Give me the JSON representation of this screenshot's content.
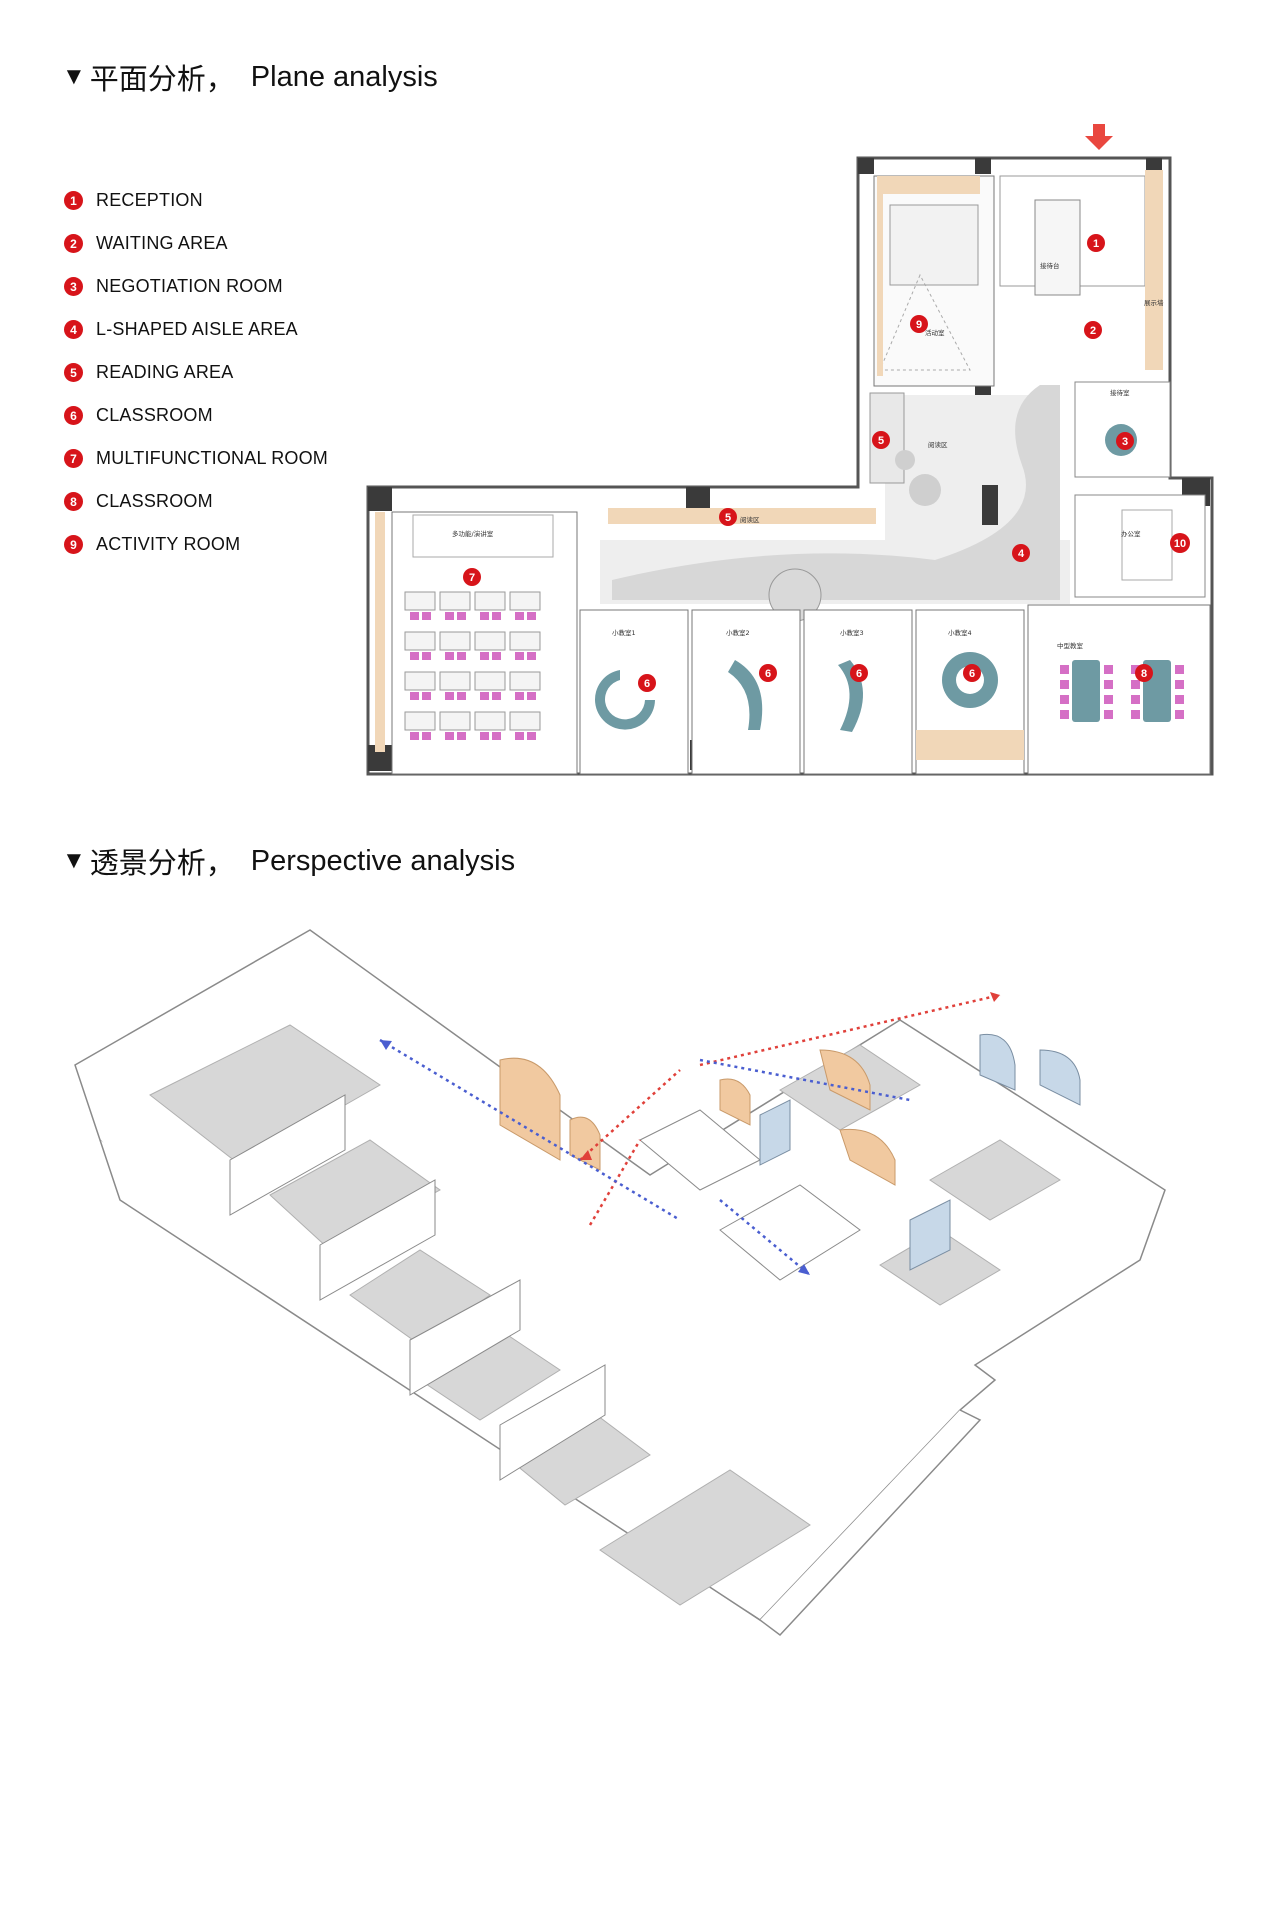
{
  "plane_section": {
    "triangle": "▼",
    "title_cn": "平面分析，",
    "title_en": "Plane analysis"
  },
  "perspective_section": {
    "triangle": "▼",
    "title_cn": "透景分析，",
    "title_en": "Perspective analysis"
  },
  "legend": [
    {
      "num": "1",
      "label": "RECEPTION"
    },
    {
      "num": "2",
      "label": "WAITING AREA"
    },
    {
      "num": "3",
      "label": "NEGOTIATION ROOM"
    },
    {
      "num": "4",
      "label": "L-SHAPED AISLE AREA"
    },
    {
      "num": "5",
      "label": "READING AREA"
    },
    {
      "num": "6",
      "label": "CLASSROOM"
    },
    {
      "num": "7",
      "label": "MULTIFUNCTIONAL ROOM"
    },
    {
      "num": "8",
      "label": "CLASSROOM"
    },
    {
      "num": "9",
      "label": "ACTIVITY ROOM"
    }
  ],
  "plan_labels": {
    "multifunction": "多功能/演讲室",
    "reading": "阅读区",
    "classroom_1": "小教室1",
    "classroom_2": "小教室2",
    "classroom_3": "小教室3",
    "classroom_4": "小教室4",
    "medium_classroom": "中型教室",
    "office": "办公室",
    "reception_room": "接待室",
    "activity_room": "活动室",
    "front_desk": "接待台",
    "display": "展示墙"
  },
  "plan_badges": [
    "1",
    "2",
    "3",
    "4",
    "5",
    "5",
    "6",
    "6",
    "6",
    "6",
    "7",
    "8",
    "9",
    "10"
  ],
  "colors": {
    "accent_red": "#d7141a",
    "wall": "#555555",
    "wood": "#f1d7b8",
    "teal_furniture": "#6e9aa3",
    "pink_chair": "#d56fc5",
    "flow_red": "#e0403a",
    "flow_blue": "#4a5ed0",
    "floor_gray": "#d7d7d7"
  },
  "icons": {
    "entrance": "entrance-arrow-icon",
    "badge": "number-badge-icon"
  }
}
